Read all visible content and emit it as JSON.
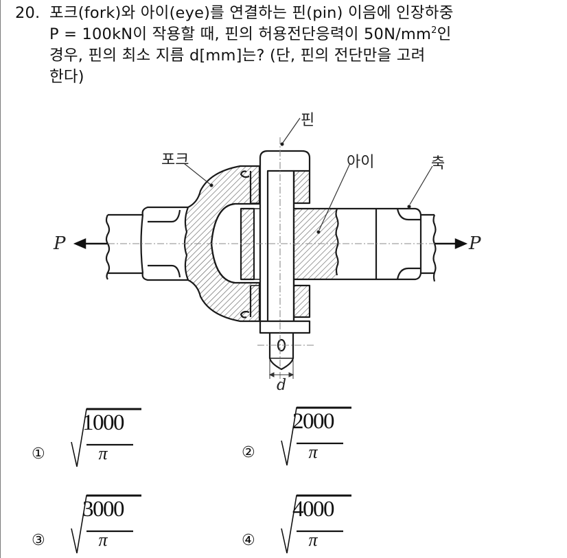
{
  "question": {
    "number": "20.",
    "lines": [
      "포크(fork)와 아이(eye)를 연결하는 핀(pin) 이음에 인장하중",
      "P = 100kN이 작용할 때, 핀의 허용전단응력이 50N/mm",
      "경우, 핀의 최소 지름 d[mm]는? (단, 핀의 전단만을 고려",
      "한다)"
    ],
    "line2_superscript": "2",
    "line2_suffix": "인"
  },
  "diagram": {
    "labels": {
      "pin": "핀",
      "fork": "포크",
      "eye": "아이",
      "shaft": "축",
      "load_left": "P",
      "load_right": "P",
      "diameter": "d"
    },
    "line_color": "#1a1a1a",
    "hatch_color": "#555555"
  },
  "choices": [
    {
      "marker": "①",
      "numerator": "1000",
      "denominator": "π"
    },
    {
      "marker": "②",
      "numerator": "2000",
      "denominator": "π"
    },
    {
      "marker": "③",
      "numerator": "3000",
      "denominator": "π"
    },
    {
      "marker": "④",
      "numerator": "4000",
      "denominator": "π"
    }
  ]
}
